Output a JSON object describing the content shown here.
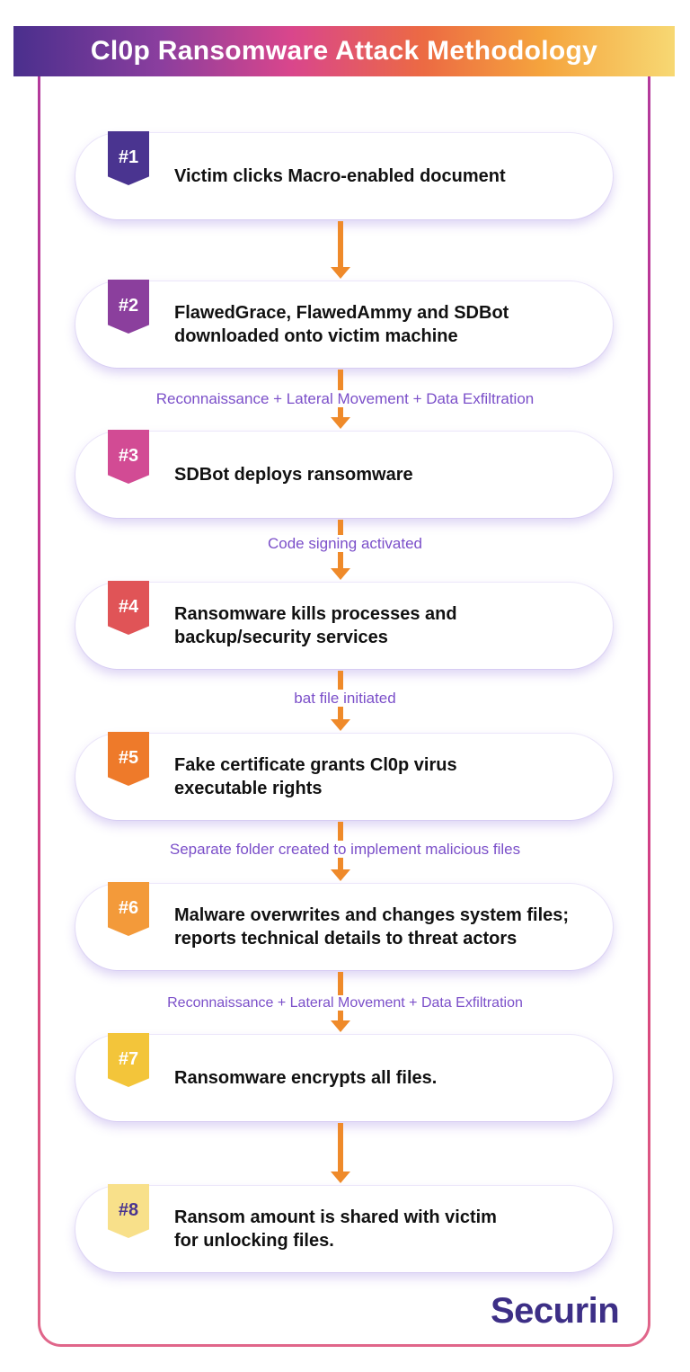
{
  "title": "Cl0p Ransomware Attack Methodology",
  "steps": [
    {
      "badge": "#1",
      "text": "Victim clicks Macro-enabled document",
      "color": "#4a3490"
    },
    {
      "badge": "#2",
      "text": "FlawedGrace, FlawedAmmy and SDBot\ndownloaded onto victim machine",
      "color": "#8b3f9d"
    },
    {
      "badge": "#3",
      "text": "SDBot deploys ransomware",
      "color": "#d24b94"
    },
    {
      "badge": "#4",
      "text": "Ransomware kills processes and\nbackup/security services",
      "color": "#e05457"
    },
    {
      "badge": "#5",
      "text": "Fake certificate grants Cl0p virus\nexecutable rights",
      "color": "#ee7a2a"
    },
    {
      "badge": "#6",
      "text": "Malware overwrites and changes system files;\nreports technical details to threat actors",
      "color": "#f39a3a"
    },
    {
      "badge": "#7",
      "text": "Ransomware encrypts all files.",
      "color": "#f3c53a"
    },
    {
      "badge": "#8",
      "text": "Ransom amount is shared with victim\nfor unlocking files.",
      "color": "#f8e08a"
    }
  ],
  "connectors": [
    {
      "label": ""
    },
    {
      "label": "Reconnaissance + Lateral Movement + Data Exfiltration"
    },
    {
      "label": "Code signing activated"
    },
    {
      "label": "bat file initiated"
    },
    {
      "label": "Separate folder created to implement malicious files"
    },
    {
      "label": "Reconnaissance + Lateral Movement + Data Exfiltration"
    },
    {
      "label": ""
    }
  ],
  "logo": "Securin"
}
